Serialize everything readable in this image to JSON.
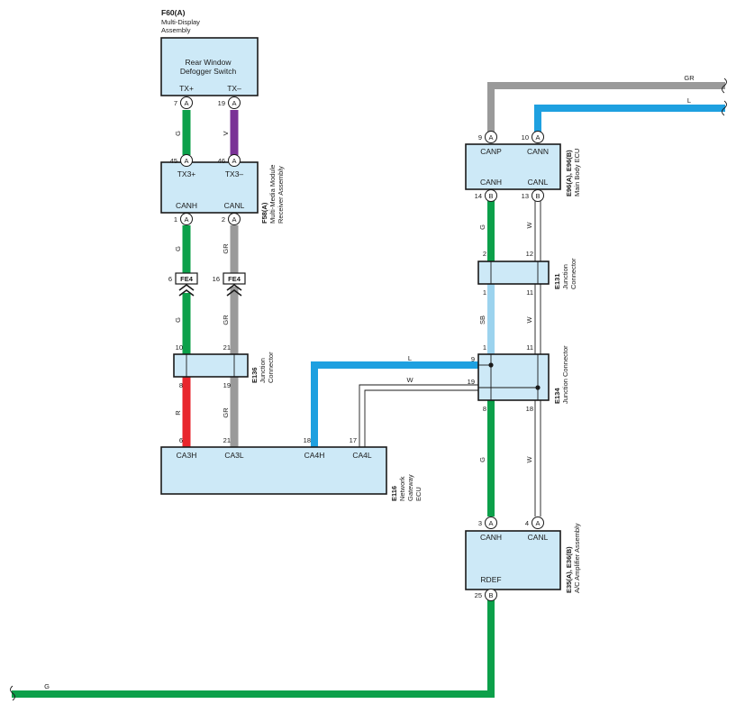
{
  "colors": {
    "G": "#0ca04a",
    "R": "#e8262d",
    "GR": "#9a9a9a",
    "L": "#1ea0e0",
    "SB": "#9cd3ee",
    "V": "#7a3296",
    "box_fill": "#cde9f7",
    "outline": "#1a1a1a"
  },
  "components": {
    "f60": {
      "ref": "F60(A)",
      "name1": "Multi-Display",
      "name2": "Assembly",
      "inner1": "Rear Window",
      "inner2": "Defogger Switch",
      "pin_txp": "TX+",
      "pin_txm": "TX–"
    },
    "f58": {
      "ref": "F58(A)",
      "name1": "Multi-Media Module",
      "name2": "Receiver Assembly",
      "pin_tx3p": "TX3+",
      "pin_tx3m": "TX3–",
      "pin_canh": "CANH",
      "pin_canl": "CANL"
    },
    "e136": {
      "ref": "E136",
      "name1": "Junction",
      "name2": "Connector"
    },
    "e116": {
      "ref": "E116",
      "name1": "Network",
      "name2": "Gateway",
      "name3": "ECU",
      "pin_ca3h": "CA3H",
      "pin_ca3l": "CA3L",
      "pin_ca4h": "CA4H",
      "pin_ca4l": "CA4L"
    },
    "e96": {
      "ref": "E96(A), E96(B)",
      "name": "Main Body ECU",
      "pin_canp": "CANP",
      "pin_cann": "CANN",
      "pin_canh": "CANH",
      "pin_canl": "CANL"
    },
    "e131": {
      "ref": "E131",
      "name1": "Junction",
      "name2": "Connector"
    },
    "e134": {
      "ref": "E134",
      "name": "Junction Connector"
    },
    "e35": {
      "ref": "E35(A), E36(B)",
      "name": "A/C Amplifier Assembly",
      "pin_canh": "CANH",
      "pin_canl": "CANL",
      "pin_rdef": "RDEF"
    }
  },
  "pins": {
    "f60_7": "7",
    "f60_19": "19",
    "f58_45": "45",
    "f58_46": "46",
    "f58_1": "1",
    "f58_2": "2",
    "fe4_6": "6",
    "fe4_16": "16",
    "e136_10": "10",
    "e136_21": "21",
    "e136_8": "8",
    "e136_19": "19",
    "e116_6": "6",
    "e116_21": "21",
    "e116_18": "18",
    "e116_17": "17",
    "e96_9": "9",
    "e96_10": "10",
    "e96_14": "14",
    "e96_13": "13",
    "e131_2": "2",
    "e131_12": "12",
    "e131_1": "1",
    "e131_11": "11",
    "e134_1": "1",
    "e134_11": "11",
    "e134_9": "9",
    "e134_19": "19",
    "e134_8": "8",
    "e134_18": "18",
    "e35_3": "3",
    "e35_4": "4",
    "e35_25": "25"
  },
  "connector_letters": {
    "a": "A",
    "b": "B"
  },
  "inline_connector": "FE4",
  "wire_labels": {
    "G": "G",
    "V": "V",
    "GR": "GR",
    "R": "R",
    "L": "L",
    "W": "W",
    "SB": "SB"
  }
}
